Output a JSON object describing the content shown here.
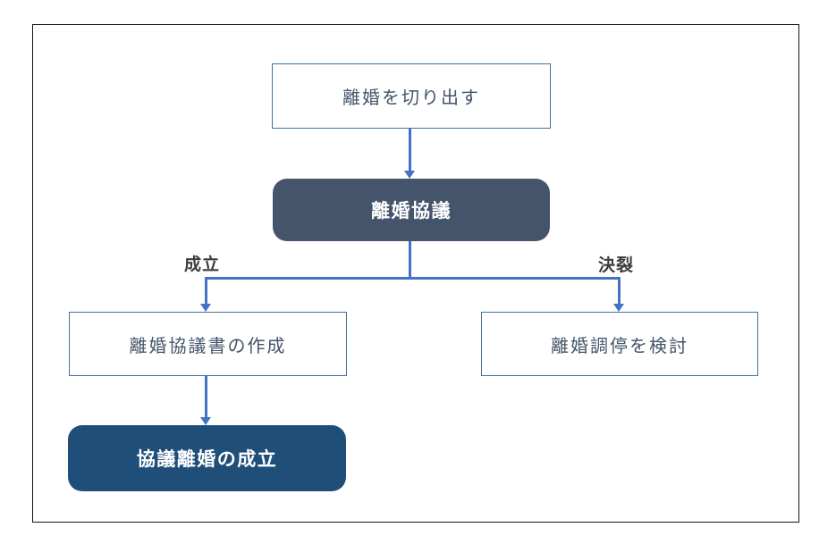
{
  "flowchart": {
    "nodes": {
      "start": {
        "label": "離婚を切り出す",
        "style": "plain-outlined"
      },
      "negotiation": {
        "label": "離婚協議",
        "style": "dark-slate-rounded"
      },
      "draft": {
        "label": "離婚協議書の作成",
        "style": "plain-outlined"
      },
      "mediation": {
        "label": "離婚調停を検討",
        "style": "plain-outlined"
      },
      "final": {
        "label": "協議離婚の成立",
        "style": "navy-rounded"
      }
    },
    "edge_labels": {
      "success": "成立",
      "breakdown": "決裂"
    },
    "colors": {
      "connector_blue": "#4472C4",
      "box_border_blue": "#41719C",
      "dark_slate_fill": "#44546A",
      "navy_fill": "#1F4E79",
      "plain_box_text": "#44546A",
      "edge_label_text": "#3D3D3D",
      "frame_border": "#141414"
    }
  }
}
